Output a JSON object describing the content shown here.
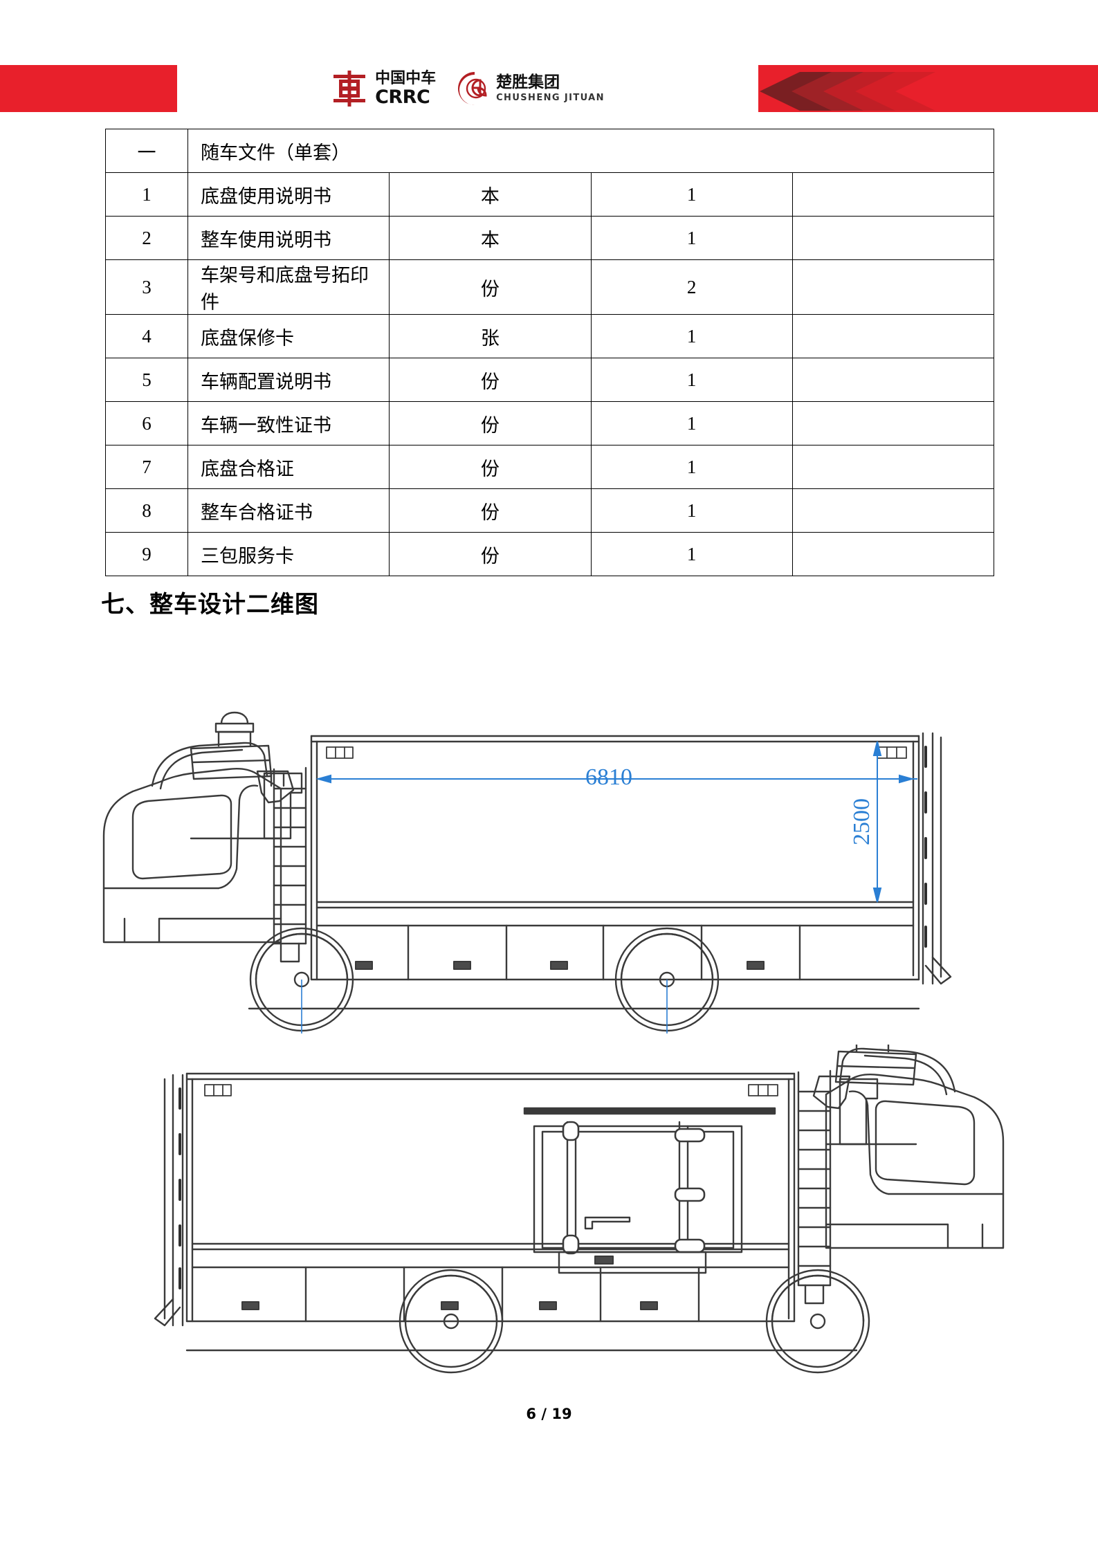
{
  "header": {
    "band_color": "#e8202b",
    "logos": [
      {
        "name": "crrc-logo",
        "mark": "crrc-che-mark-icon",
        "cn_text": "中国中车",
        "en_text": "CRRC"
      },
      {
        "name": "chusheng-logo",
        "mark": "chusheng-cs-mark-icon",
        "cn_text": "楚胜集团",
        "en_text": "CHUSHENG JITUAN"
      }
    ],
    "chevron_colors": [
      "#7a1f22",
      "#9e2226",
      "#c01f26",
      "#d41f27"
    ]
  },
  "table": {
    "group": {
      "index": "一",
      "title": "随车文件（单套）"
    },
    "rows": [
      {
        "index": "1",
        "name": "底盘使用说明书",
        "unit": "本",
        "qty": "1",
        "remark": ""
      },
      {
        "index": "2",
        "name": "整车使用说明书",
        "unit": "本",
        "qty": "1",
        "remark": ""
      },
      {
        "index": "3",
        "name": "车架号和底盘号拓印件",
        "unit": "份",
        "qty": "2",
        "remark": ""
      },
      {
        "index": "4",
        "name": "底盘保修卡",
        "unit": "张",
        "qty": "1",
        "remark": ""
      },
      {
        "index": "5",
        "name": "车辆配置说明书",
        "unit": "份",
        "qty": "1",
        "remark": ""
      },
      {
        "index": "6",
        "name": "车辆一致性证书",
        "unit": "份",
        "qty": "1",
        "remark": ""
      },
      {
        "index": "7",
        "name": "底盘合格证",
        "unit": "份",
        "qty": "1",
        "remark": ""
      },
      {
        "index": "8",
        "name": "整车合格证书",
        "unit": "份",
        "qty": "1",
        "remark": ""
      },
      {
        "index": "9",
        "name": "三包服务卡",
        "unit": "份",
        "qty": "1",
        "remark": ""
      }
    ]
  },
  "section": {
    "heading": "七、整车设计二维图"
  },
  "drawings": {
    "dimension_color": "#2a7fd4",
    "line_color": "#3a3a3a",
    "view_1": {
      "name": "vehicle-side-view-left-facing",
      "length_label": "6810",
      "height_label": "2500"
    },
    "view_2": {
      "name": "vehicle-side-view-right-facing"
    }
  },
  "footer": {
    "page": "6 / 19"
  }
}
